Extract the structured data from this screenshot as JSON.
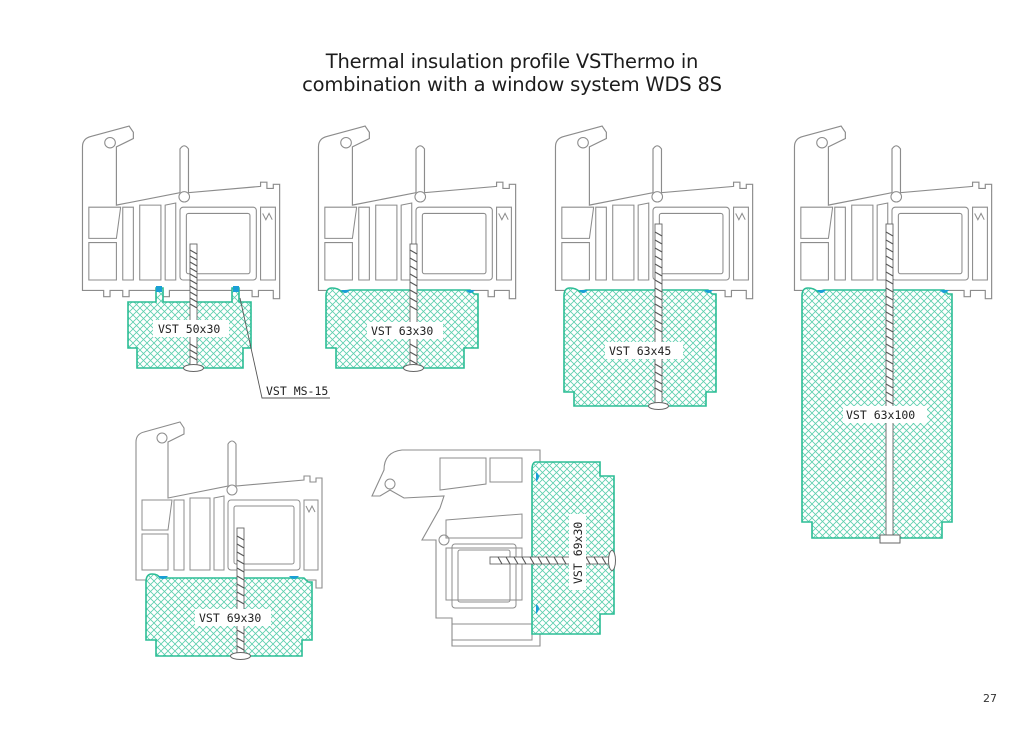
{
  "title": {
    "line1": "Thermal insulation profile VSThermo in",
    "line2": "combination with a window system WDS 8S"
  },
  "page_number": "27",
  "colors": {
    "insulation_outline": "#2bbd95",
    "insulation_hatch": "#5ccfae",
    "seal": "#1a9fd6",
    "profile_line": "#8c8c8c"
  },
  "sections": [
    {
      "id": "s1",
      "label": "VST 50x30"
    },
    {
      "id": "s2",
      "label": "VST 63x30"
    },
    {
      "id": "s3",
      "label": "VST 63x45"
    },
    {
      "id": "s4",
      "label": "VST 63x100"
    },
    {
      "id": "s5",
      "label": "VST 69x30"
    },
    {
      "id": "s6",
      "label": "VST 69x30"
    }
  ],
  "callout": {
    "label": "VST MS-15"
  }
}
